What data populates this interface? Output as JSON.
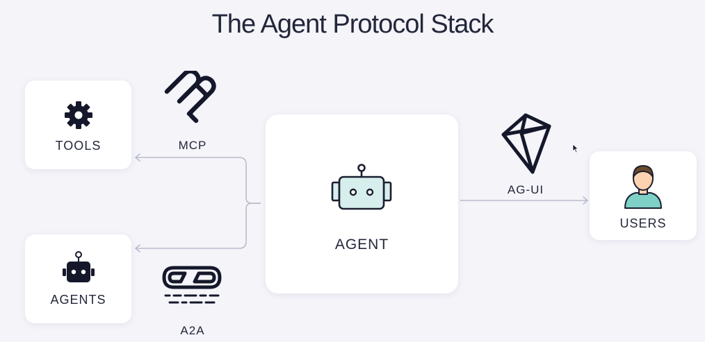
{
  "title": "The Agent Protocol Stack",
  "nodes": {
    "tools": "TOOLS",
    "agents": "AGENTS",
    "agent": "AGENT",
    "users": "USERS"
  },
  "protocols": {
    "mcp": "MCP",
    "a2a": "A2A",
    "ag_ui": "AG-UI"
  },
  "colors": {
    "background": "#f4f4f9",
    "card": "#ffffff",
    "connector": "#b9bccc",
    "robot_fill": "#d6eeec",
    "user_skin": "#fcd2b0",
    "user_hair": "#6b4a2e",
    "user_shirt": "#7fd1c7"
  }
}
